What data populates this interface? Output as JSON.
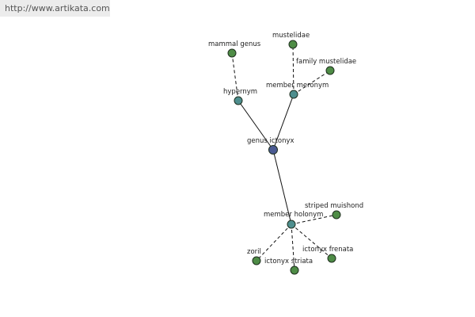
{
  "header": {
    "url": "http://www.artikata.com"
  },
  "graph": {
    "nodes": [
      {
        "id": "genus_ictonyx",
        "label": "genus ictonyx",
        "kind": "center"
      },
      {
        "id": "hypernym",
        "label": "hypernym",
        "kind": "relation"
      },
      {
        "id": "member_meronym",
        "label": "member meronym",
        "kind": "relation"
      },
      {
        "id": "member_holonym",
        "label": "member holonym",
        "kind": "relation"
      },
      {
        "id": "mammal_genus",
        "label": "mammal genus",
        "kind": "term"
      },
      {
        "id": "mustelidae",
        "label": "mustelidae",
        "kind": "term"
      },
      {
        "id": "family_mustelidae",
        "label": "family mustelidae",
        "kind": "term"
      },
      {
        "id": "striped_muishond",
        "label": "striped muishond",
        "kind": "term"
      },
      {
        "id": "zoril",
        "label": "zoril",
        "kind": "term"
      },
      {
        "id": "ictonyx_striata",
        "label": "ictonyx striata",
        "kind": "term"
      },
      {
        "id": "ictonyx_frenata",
        "label": "ictonyx frenata",
        "kind": "term"
      }
    ],
    "edges": [
      {
        "from": "genus_ictonyx",
        "to": "hypernym",
        "style": "solid"
      },
      {
        "from": "genus_ictonyx",
        "to": "member_meronym",
        "style": "solid"
      },
      {
        "from": "genus_ictonyx",
        "to": "member_holonym",
        "style": "solid"
      },
      {
        "from": "hypernym",
        "to": "mammal_genus",
        "style": "dashed"
      },
      {
        "from": "member_meronym",
        "to": "mustelidae",
        "style": "dashed"
      },
      {
        "from": "member_meronym",
        "to": "family_mustelidae",
        "style": "dashed"
      },
      {
        "from": "member_holonym",
        "to": "striped_muishond",
        "style": "dashed"
      },
      {
        "from": "member_holonym",
        "to": "zoril",
        "style": "dashed"
      },
      {
        "from": "member_holonym",
        "to": "ictonyx_striata",
        "style": "dashed"
      },
      {
        "from": "member_holonym",
        "to": "ictonyx_frenata",
        "style": "dashed"
      }
    ],
    "colors": {
      "center": "#4a5a92",
      "relation": "#4e8e8e",
      "term": "#4e8c46"
    }
  }
}
